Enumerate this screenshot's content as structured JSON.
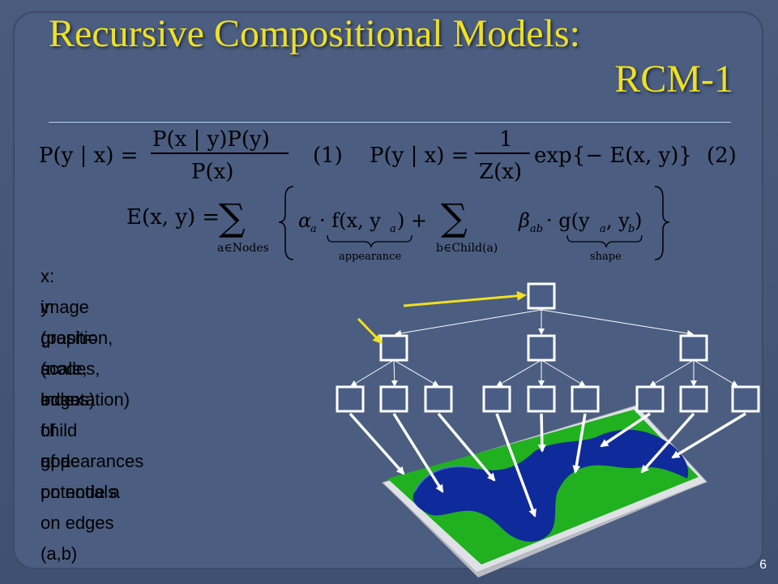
{
  "title": {
    "part1": "Recursive Compositional Models:",
    "part2": "RCM-1"
  },
  "equations": {
    "eq1_lhs": "P(y | x) =",
    "eq1_num": "P(x | y)P(y)",
    "eq1_den": "P(x)",
    "eq1_tag": "(1)",
    "eq2_lhs": "P(y | x) =",
    "eq2_num": "1",
    "eq2_den": "Z(x)",
    "eq2_exp": "exp{− E(x, y)}",
    "eq2_tag": "(2)",
    "energy_lhs": "E(x, y) =",
    "energy_sum1_sub": "a∈Nodes",
    "energy_term1": "α",
    "energy_term1_sub": "a",
    "energy_f": "· f(x, y",
    "energy_f_sub": "a",
    "energy_f_close": ") +",
    "energy_sum2_sub": "b∈Child(a)",
    "energy_term2": "β",
    "energy_term2_sub": "ab",
    "energy_g": "· g(y",
    "energy_g_sub1": "a",
    "energy_g_mid": ", y",
    "energy_g_sub2": "b",
    "energy_g_close": ")",
    "underbrace_appearance": "appearance",
    "underbrace_shape": "shape"
  },
  "labels": [
    "x: image",
    "y: (position, scale, orientation)",
    "graph=(nodes, edges)",
    "a: index of node",
    "b: child of a",
    "f: appearances on node a",
    "g: potentials on edges (a,b)"
  ],
  "page_number": "6",
  "colors": {
    "title": "#f0e020",
    "arrow_yellow": "#f0e020",
    "node_fill": "#4a5e85",
    "node_stroke": "#ffffff",
    "green": "#21b021",
    "blue": "#0f2a9a"
  }
}
